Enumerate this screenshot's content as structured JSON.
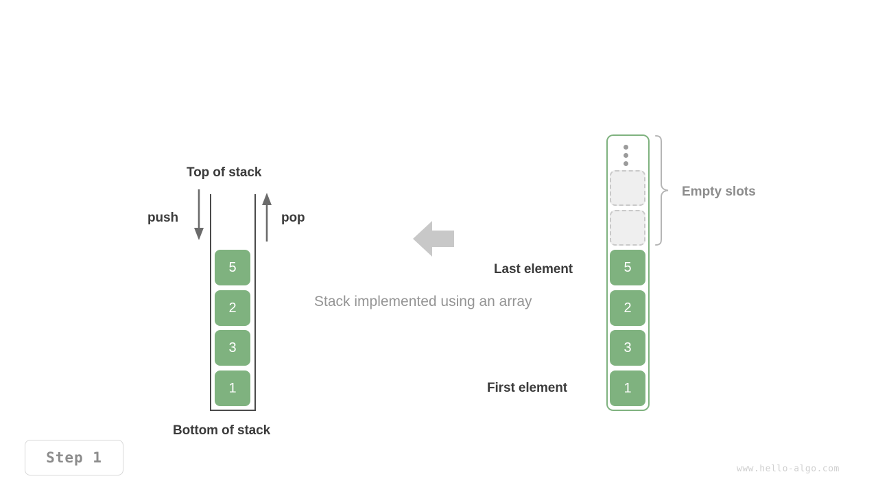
{
  "diagram": {
    "caption": "Stack implemented using an array",
    "colors": {
      "cell_fill": "#7fb27f",
      "cell_text": "#ffffff",
      "array_border": "#7fb27f",
      "empty_slot_fill": "#efefef",
      "empty_slot_border": "#c9c9c9",
      "stack_wall": "#4a4a4a",
      "arrow_gray": "#c8c8c8",
      "label_dark": "#3b3b3b",
      "label_gray": "#8c8c8c",
      "caption_gray": "#949494"
    },
    "left_stack": {
      "top_label": "Top of stack",
      "bottom_label": "Bottom of stack",
      "push_label": "push",
      "pop_label": "pop",
      "push_icon": "arrow-down-icon",
      "pop_icon": "arrow-up-icon",
      "values": [
        "5",
        "2",
        "3",
        "1"
      ]
    },
    "flow": {
      "icon": "arrow-left-icon",
      "direction": "left"
    },
    "right_array": {
      "ellipsis_icon": "vertical-ellipsis-icon",
      "empty_slots_label": "Empty slots",
      "empty_slots_count": 2,
      "last_element_label": "Last element",
      "first_element_label": "First element",
      "values": [
        "5",
        "2",
        "3",
        "1"
      ]
    },
    "step_badge": "Step  1",
    "watermark": "www.hello-algo.com"
  }
}
